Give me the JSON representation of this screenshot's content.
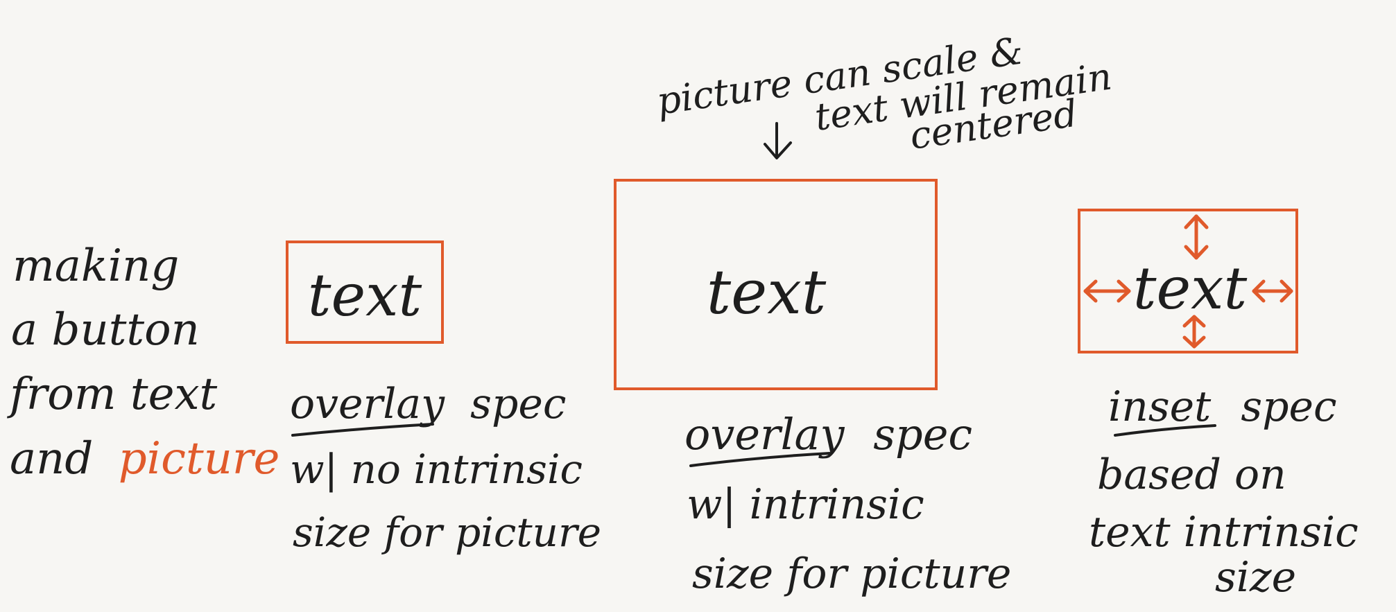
{
  "intro": {
    "lines": [
      "making",
      "a button",
      "from text"
    ],
    "last_line_prefix": "and",
    "last_line_highlight": "picture"
  },
  "top_note": {
    "lines": [
      "picture can scale &",
      "text will remain",
      "centered"
    ]
  },
  "examples": [
    {
      "box_text": "text",
      "caption_underlined": "overlay",
      "caption_rest": "spec",
      "description_lines": [
        "w| no intrinsic",
        "size for picture"
      ]
    },
    {
      "box_text": "text",
      "caption_underlined": "overlay",
      "caption_rest": "spec",
      "description_lines": [
        "w| intrinsic",
        "size for picture"
      ]
    },
    {
      "box_text": "text",
      "caption_underlined": "inset",
      "caption_rest": "spec",
      "description_lines": [
        "based on",
        "text intrinsic",
        "size"
      ]
    }
  ],
  "colors": {
    "accent": "#e05a2b",
    "ink": "#1e1e1e",
    "background": "#f7f6f3"
  }
}
